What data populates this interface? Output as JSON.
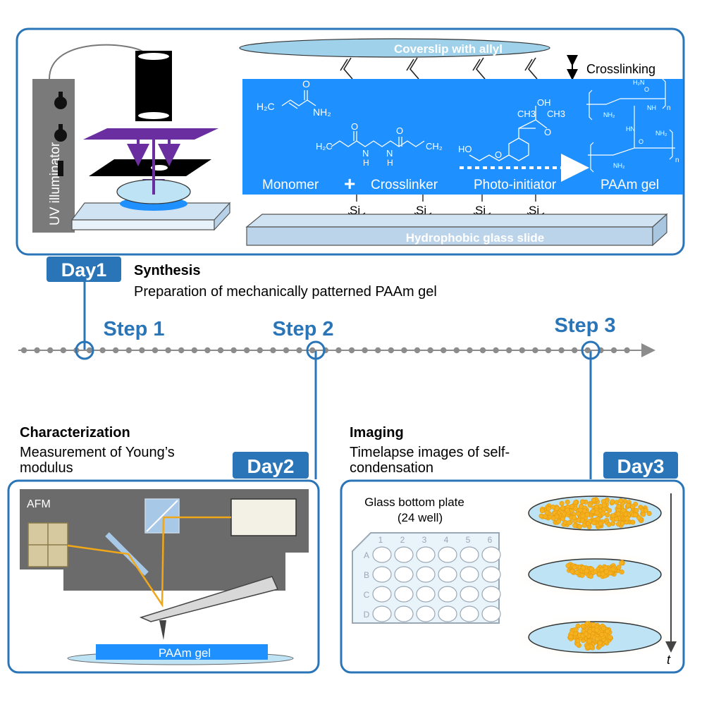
{
  "colors": {
    "accent_blue": "#2a74b8",
    "gel_blue": "#1e90ff",
    "light_blue": "#bde3f5",
    "dark_gray": "#6b6b6b",
    "purple": "#6a2ea0",
    "laser_orange": "#f0a81a",
    "cell_orange": "#f6b21e",
    "timeline_dot": "#8c8c8c"
  },
  "synthesis_panel": {
    "coverslip_label": "Coverslip with allyl",
    "crosslinking_label": "Crosslinking",
    "glass_slide_label": "Hydrophobic glass slide",
    "uv_label": "UV illuminator",
    "chem": {
      "acrylamide_left": "H₂C",
      "acrylamide_right": "NH₂",
      "acrylamide_o": "O",
      "bis_left": "H₂C",
      "bis_right": "CH₂",
      "bis_o1": "O",
      "bis_o2": "O",
      "bis_n1": "N",
      "bis_n2": "N",
      "bis_h1": "H",
      "bis_h2": "H",
      "pi_oh_top": "OH",
      "pi_ch3_left": "CH3",
      "pi_ch3_right": "CH3",
      "pi_o": "O",
      "pi_ho": "HO",
      "pi_o_ether": "O",
      "gel_n": "n",
      "gel_nh2": "NH₂",
      "gel_o": "O",
      "gel_nh": "NH",
      "gel_hn": "HN",
      "gel_h2n": "H₂N"
    },
    "monomer_label": "Monomer",
    "plus_sign": "+",
    "crosslinker_label": "Crosslinker",
    "photoinitiator_label": "Photo-initiator",
    "paam_gel_label": "PAAm gel",
    "si_label": "Si"
  },
  "timeline": {
    "day1_badge": "Day1",
    "synthesis_title": "Synthesis",
    "synthesis_desc": "Preparation of mechanically patterned PAAm gel",
    "step1": "Step 1",
    "step2": "Step 2",
    "step3": "Step 3"
  },
  "characterization": {
    "title": "Characterization",
    "desc_line1": "Measurement of  Young’s",
    "desc_line2": "modulus",
    "day2_badge": "Day2",
    "afm_label": "AFM",
    "paam_gel_label": "PAAm gel"
  },
  "imaging": {
    "title": "Imaging",
    "desc_line1": "Timelapse images of self-",
    "desc_line2": "condensation",
    "day3_badge": "Day3",
    "plate_label_line1": "Glass bottom plate",
    "plate_label_line2": "(24 well)",
    "plate_columns": [
      "1",
      "2",
      "3",
      "4",
      "5",
      "6"
    ],
    "plate_rows": [
      "A",
      "B",
      "C",
      "D"
    ],
    "time_axis_label": "t"
  }
}
